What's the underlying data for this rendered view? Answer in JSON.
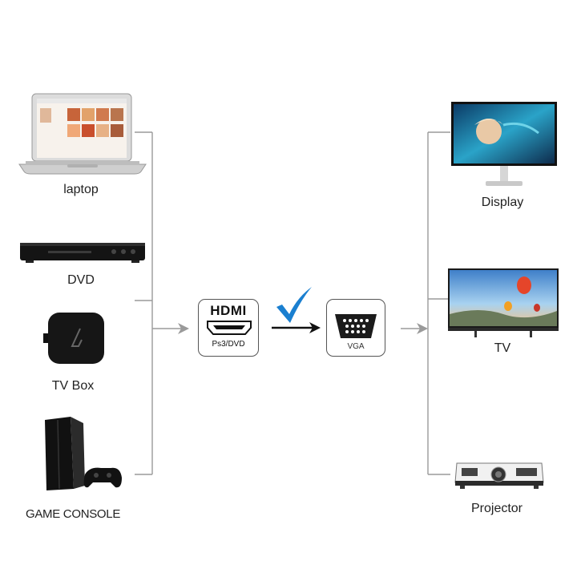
{
  "sources": {
    "laptop": "laptop",
    "dvd": "DVD",
    "tvbox": "TV Box",
    "console": "GAME CONSOLE"
  },
  "converter": {
    "input_title": "HDMI",
    "input_subtitle": "Ps3/DVD",
    "output_title": "VGA"
  },
  "outputs": {
    "display": "Display",
    "tv": "TV",
    "projector": "Projector"
  },
  "colors": {
    "wire": "#9a9a9a",
    "check": "#1a7fd0",
    "arrow": "#111111"
  }
}
